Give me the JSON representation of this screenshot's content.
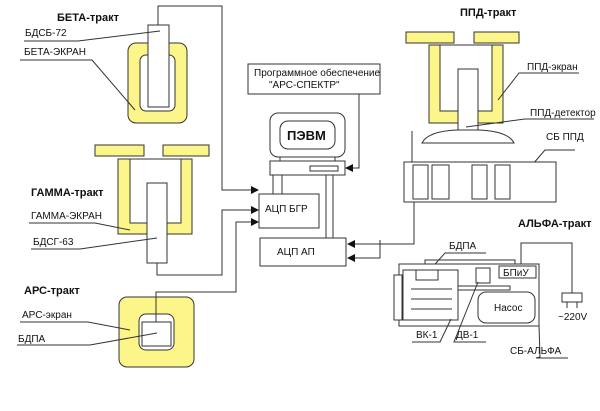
{
  "colors": {
    "shield": "#fbf58a",
    "line": "#333333",
    "background": "#ffffff"
  },
  "beta": {
    "title": "БЕТА-тракт",
    "detector": "БДСБ-72",
    "screen": "БЕТА-ЭКРАН"
  },
  "gamma": {
    "title": "ГАММА-тракт",
    "screen": "ГАММА-ЭКРАН",
    "detector": "БДСГ-63"
  },
  "ars": {
    "title": "АРС-тракт",
    "screen": "АРС-экран",
    "detector": "БДПА"
  },
  "software": {
    "line1": "Программное обеспечение",
    "line2": "\"АРС-СПЕКТР\""
  },
  "pc": {
    "label": "ПЭВМ"
  },
  "adc_bgr": {
    "label": "АЦП БГР"
  },
  "adc_ap": {
    "label": "АЦП АП"
  },
  "ppd": {
    "title": "ППД-тракт",
    "screen": "ППД-экран",
    "detector": "ППД-детектор",
    "block": "СБ ППД"
  },
  "alpha": {
    "title": "АЛЬФА-тракт",
    "detector": "БДПА",
    "psu": "БПиУ",
    "pump": "Насос",
    "chamber": "ВК-1",
    "sensor": "ДВ-1",
    "block": "СБ-АЛЬФА",
    "power": "~220V"
  }
}
